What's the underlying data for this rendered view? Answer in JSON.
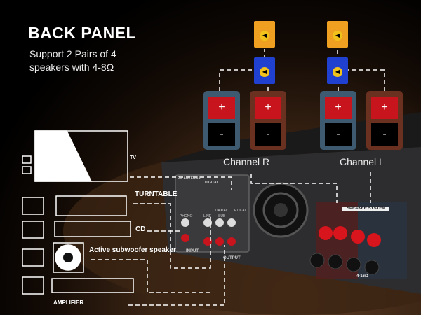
{
  "header": {
    "title": "BACK PANEL",
    "subtitle_line1": "Support 2 Pairs of 4",
    "subtitle_line2": "speakers with 4-8Ω"
  },
  "terminals": {
    "plus": "+",
    "minus": "-",
    "channel_r": "Channel R",
    "channel_l": "Channel L"
  },
  "devices": {
    "tv": "TV",
    "turntable": "TURNTABLE",
    "cd": "CD",
    "subwoofer": "Active subwoofer speaker",
    "amplifier": "AMPLIFIER"
  },
  "panel": {
    "fm": "FM ANTENNA",
    "digital": "DIGITAL",
    "coaxial": "COAXIAL",
    "optical": "OPTICAL",
    "input": "INPUT",
    "output": "OUTPUT",
    "phono": "PHONO",
    "line": "LINE",
    "sub": "SUB",
    "speaker_system": "SPEAKER SYSTEM",
    "impedance": "4-16Ω"
  },
  "colors": {
    "red": "#c8141c",
    "orange": "#f0a020",
    "blue": "#2040d0"
  }
}
